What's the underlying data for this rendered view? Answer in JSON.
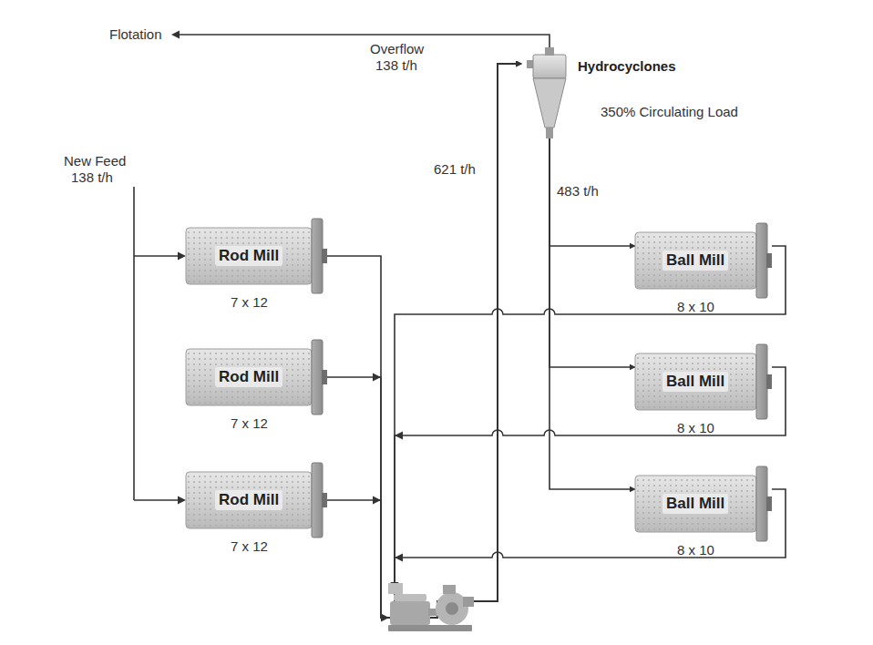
{
  "diagram": {
    "nodes": [
      {
        "text": [
          "Hydrocyclones"
        ]
      },
      {
        "text": [
          "Rod Mill",
          "7 x 12"
        ]
      },
      {
        "text": [
          "Rod Mill",
          "7 x 12"
        ]
      },
      {
        "text": [
          "Rod Mill",
          "7 x 12"
        ]
      },
      {
        "text": [
          "Ball Mill",
          "8 x 10"
        ]
      },
      {
        "text": [
          "Ball Mill",
          "8 x 10"
        ]
      },
      {
        "text": [
          "Ball Mill",
          "8 x 10"
        ]
      }
    ],
    "edges": [
      {
        "from": 1,
        "to": 0,
        "arrow": "to"
      },
      {
        "from": 2,
        "to": 0,
        "arrow": "to"
      },
      {
        "from": 3,
        "to": 0,
        "arrow": "to"
      },
      {
        "from": 4,
        "to": 0,
        "arrow": "to"
      },
      {
        "from": 5,
        "to": 0,
        "arrow": "to"
      },
      {
        "from": 6,
        "to": 0,
        "arrow": "to"
      },
      {
        "from": 0,
        "to": 4,
        "arrow": "to"
      },
      {
        "from": 0,
        "to": 5,
        "arrow": "to"
      },
      {
        "from": 0,
        "to": 6,
        "arrow": "to"
      }
    ],
    "labels": [
      "New Feed",
      "138 t/h",
      "Flotation",
      "Overflow",
      "138 t/h",
      "621 t/h",
      "483 t/h",
      "350% Circulating Load"
    ]
  }
}
